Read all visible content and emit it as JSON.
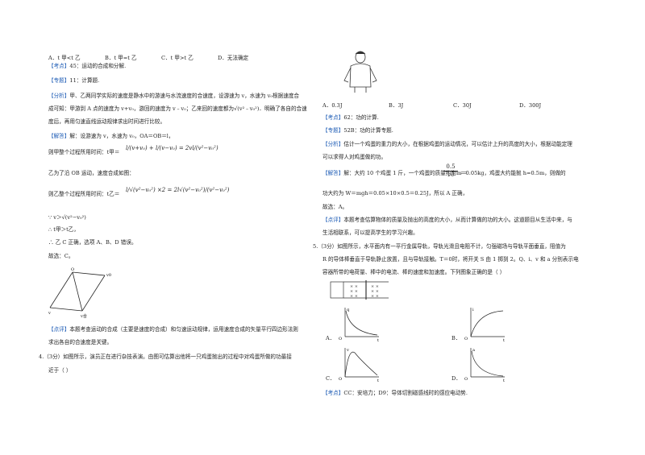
{
  "left": {
    "q3_options": [
      "A．t 甲<t 乙",
      "B．t 甲=t 乙",
      "C．t 甲>t 乙",
      "D．无法确定"
    ],
    "kaodian_tag": "【考点】",
    "kaodian_text": "45：运动的合成和分解.",
    "zhuanti_tag": "【专题】",
    "zhuanti_text": "11：计算题.",
    "fenxi_tag": "【分析】",
    "fenxi_l1": "甲、乙两同学实际的速度是静水中的游速与水流速度的合速度，设游速为 v，水速为 v₀根据速度合",
    "fenxi_l2": "成可知：甲游到 A 点的速度为 v+v₀，游回的速度为 v﹣v₀；乙来回的速度都为√(v²﹣v₀²)．明确了各自的合速",
    "fenxi_l3": "度后，再用匀速直线运动规律求出时间进行比较。",
    "jieda_tag": "【解答】",
    "jieda_l1": "解：设游速为 v，水速为 v₀，OA＝OB＝l，",
    "jieda_l2": "则甲整个过程所用时间：t甲＝",
    "jia_formula": "l/(v+v₀) + l/(v−v₀) = 2vl/(v²−v₀²)",
    "jieda_l3": "乙为了沿 OB 运动，速度合成如图：",
    "jieda_l4": "则乙整个过程所用时间：t乙＝",
    "yi_formula": "l/√(v²−v₀²) ×2 = 2l√(v²−v₀²)/(v²−v₀²)",
    "jieda_l5": "∵ v＞√(v²−v₀²)",
    "jieda_l6": "∴ t甲＞t乙，",
    "jieda_l7": "∴ 乙 C 正确，选项 A、B、D 错误。",
    "jieda_l8": "故选：C。",
    "fig_labels": [
      "O",
      "v0",
      "v",
      "v合"
    ],
    "dianping_tag": "【点评】",
    "dianping_l1": "本题考查运动的合成（主要是速度的合成）和匀速运动规律，运用速度合成的矢量平行四边形法则",
    "dianping_l2": "求出各自的合速度是关键。",
    "q4_l1": "4.（3分）如图所示，演员正在进行杂技表演。由图可估算出他将一只鸡蛋抛出的过程中对鸡蛋所做的功最接",
    "q4_l2": "近于（    ）"
  },
  "right": {
    "q4_options": [
      "A．0.3J",
      "B．3J",
      "C．30J",
      "D．300J"
    ],
    "kaodian_tag": "【考点】",
    "kaodian_text": "62：功的计算.",
    "zhuanti_tag": "【专题】",
    "zhuanti_text": "52B：功的计算专题.",
    "fenxi_tag": "【分析】",
    "fenxi_l1": "估计一个鸡蛋的重力的大小，在根据鸡蛋的运动情况，可以估计上升的高度的大小，根据动能定理",
    "fenxi_l2": "可以求得人对鸡蛋做的功。",
    "jieda_tag": "【解答】",
    "jieda_l1a": "解：大约 10 个鸡蛋 1 斤，一个鸡蛋的质量约为m＝",
    "frac_num": "0.5",
    "frac_den": "10",
    "jieda_l1b": "＝0.05kg，鸡蛋大约能抛 h=0.5m，则做的",
    "jieda_l2": "功大约为 W＝mgh＝0.05×10×0.5＝0.25J，所以 A 正确，",
    "jieda_l3": "故选：A。",
    "dianping_tag": "【点评】",
    "dianping_l1": "本题考查估算物体的质量及抛出的高度的大小，从而计算做的功的大小。这道题目从生活中来，与",
    "dianping_l2": "生活相联系，可以提高学生的学习兴趣。",
    "q5_l1": "5.（3分）如图所示，水平面内有一平行金属导轨，导轨光滑且电阻不计，匀强磁场与导轨平面垂直，阻值为",
    "q5_l2": "R 的导体棒垂直于导轨静止放置，且与导轨接触。T＝0时，将开关 S 由 1 掷到 2。Q、i、v 和 a 分别表示电",
    "q5_l3": "容器所带的电荷量、棒中的电流、棒的速度和加速度。下列图象正确的是（    ）",
    "graph_options": [
      "A．",
      "B．",
      "C．",
      "D．"
    ],
    "graph_axes": [
      [
        "q",
        "t"
      ],
      [
        "i",
        "t"
      ],
      [
        "v",
        "t"
      ],
      [
        "a",
        "t"
      ]
    ],
    "origin": "O",
    "kaodian2_tag": "【考点】",
    "kaodian2_text": "CC：安培力；D9：导体切割磁感线时的感应电动势."
  }
}
